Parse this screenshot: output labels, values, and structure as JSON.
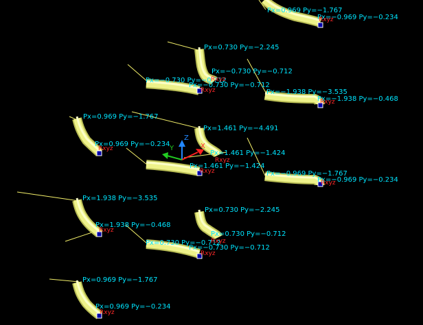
{
  "colors": {
    "background": "#000000",
    "label": "#00e5ff",
    "constraint": "#ff2a2a",
    "pipe": "#eef28a",
    "pipe_shade": "#b9bd55",
    "lead_line": "#f4f06a",
    "axis_x": "#ff2020",
    "axis_y": "#22cc22",
    "axis_z": "#2288ff"
  },
  "icons": {
    "end_node": "square-node-icon",
    "constraint": "rxyz-constraint-icon",
    "triad": "xyz-axis-triad-icon"
  },
  "triad": {
    "x": "X",
    "y": "Y",
    "z": "Z"
  },
  "labels": [
    "Px=0.969 Py=−1.767",
    "Px=−0.969 Py=−0.234",
    "Rxyz",
    "Px=0.730 Py=−2.245",
    "Px=−0.730 Py=−0.712",
    "Px=−0.730 Py=−0.712",
    "Rxyz",
    "Px=−0.730 Py=−0.712",
    "Rxyz",
    "Px=−1.938 Py=−3.535",
    "Px=−1.938 Py=−0.468",
    "Rxyz",
    "Px=0.969 Py=−1.767",
    "Px=0.969 Py=−0.234",
    "Rxyz",
    "Px=1.461 Py=−4.491",
    "Px=1.461 Py=−1.424",
    "Rxyz",
    "Px=1.461 Py=−1.424",
    "Rxyz",
    "Px=−0.969 Py=−1.767",
    "Px=−0.969 Py=−0.234",
    "Rxyz",
    "Px=1.938 Py=−3.535",
    "Px=1.938 Py=−0.468",
    "Rxyz",
    "Px=0.730 Py=−2.245",
    "Px=0.730 Py=−0.712",
    "Px=0.730 Py=−0.712",
    "Rxyz",
    "Px=−0.730 Py=−0.712",
    "Rxyz",
    "Px=0.969 Py=−1.767",
    "Px=0.969 Py=−0.234",
    "Rxyz"
  ]
}
